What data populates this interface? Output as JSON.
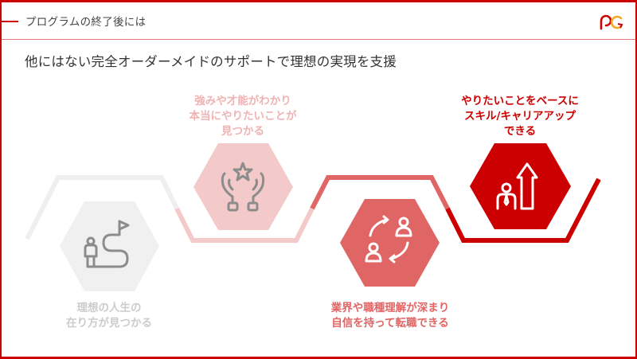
{
  "header": {
    "title": "プログラムの終了後には",
    "logo": "pc-logo"
  },
  "subtitle": "他にはない完全オーダーメイドのサポートで理想の実現を支援",
  "colors": {
    "frame": "#cc0000",
    "step1": "#f0f0f0",
    "step2": "#f3c9c9",
    "step3": "#e06666",
    "step4": "#cc0000",
    "icon_gray": "#888888",
    "logo_orange": "#f5a623"
  },
  "steps": [
    {
      "icon": "person-path-flag-icon",
      "caption": "理想の人生の\n在り方が見つかる"
    },
    {
      "icon": "hands-star-icon",
      "caption": "強みや才能がわかり\n本当にやりたいことが\n見つかる"
    },
    {
      "icon": "people-exchange-icon",
      "caption": "業界や職種理解が深まり\n自信を持って転職できる"
    },
    {
      "icon": "person-arrow-up-icon",
      "caption": "やりたいことをベースに\nスキル/キャリアアップ\nできる"
    }
  ]
}
